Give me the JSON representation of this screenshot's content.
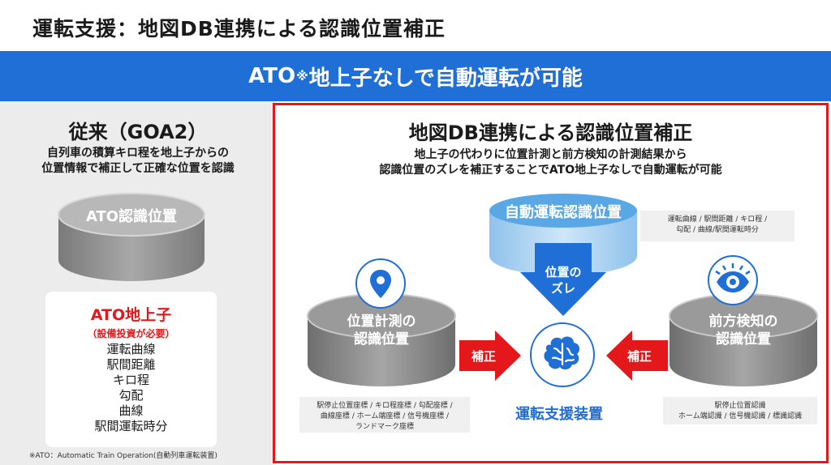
{
  "page_title": "運転支援：地図DB連携による認識位置補正",
  "banner": {
    "pre": "ATO",
    "mark": "※",
    "post": "地上子なしで自動運転が可能"
  },
  "left": {
    "title": "従来（GOA2）",
    "desc": [
      "自列車の積算キロ程を地上子からの",
      "位置情報で補正して正確な位置を認識"
    ],
    "cylinder_label": "ATO認識位置",
    "box_heading": "ATO地上子",
    "box_sub": "（設備投資が必要）",
    "box_items": [
      "運転曲線",
      "駅間距離",
      "キロ程",
      "勾配",
      "曲線",
      "駅間運転時分"
    ],
    "footnote": "※ATO：Automatic Train Operation(自動列車運転装置)"
  },
  "right": {
    "title": "地図DB連携による認識位置補正",
    "desc": [
      "地上子の代わりに位置計測と前方検知の計測結果から",
      "認識位置のズレを補正することでATO地上子なしで自動運転が可能"
    ],
    "top_cylinder": "自動運転認識位置",
    "top_note": [
      "運転曲線 / 駅間距離 / キロ程 /",
      "勾配 / 曲線/駅間運転時分"
    ],
    "offset_label": [
      "位置の",
      "ズレ"
    ],
    "pos_cylinder": [
      "位置計測の",
      "認識位置"
    ],
    "pos_note": [
      "駅停止位置座標 / キロ程座標 / 勾配座標 /",
      "曲線座標 / ホーム端座標 / 信号機座標 /",
      "ランドマーク座標"
    ],
    "fwd_cylinder": [
      "前方検知の",
      "認識位置"
    ],
    "fwd_note": [
      "駅停止位置認識",
      "ホーム端認識 / 信号機認識 / 標識認識"
    ],
    "correction_left": "補正",
    "correction_right": "補正",
    "device_label": "運転支援装置"
  },
  "colors": {
    "blue": "#1f6fd6",
    "red": "#e4171b",
    "gray_cylinder": "#8c8c8c",
    "light_blue_cylinder": "#a8d0f0"
  },
  "icons": [
    "location-pin-icon",
    "eye-icon",
    "brain-icon"
  ]
}
